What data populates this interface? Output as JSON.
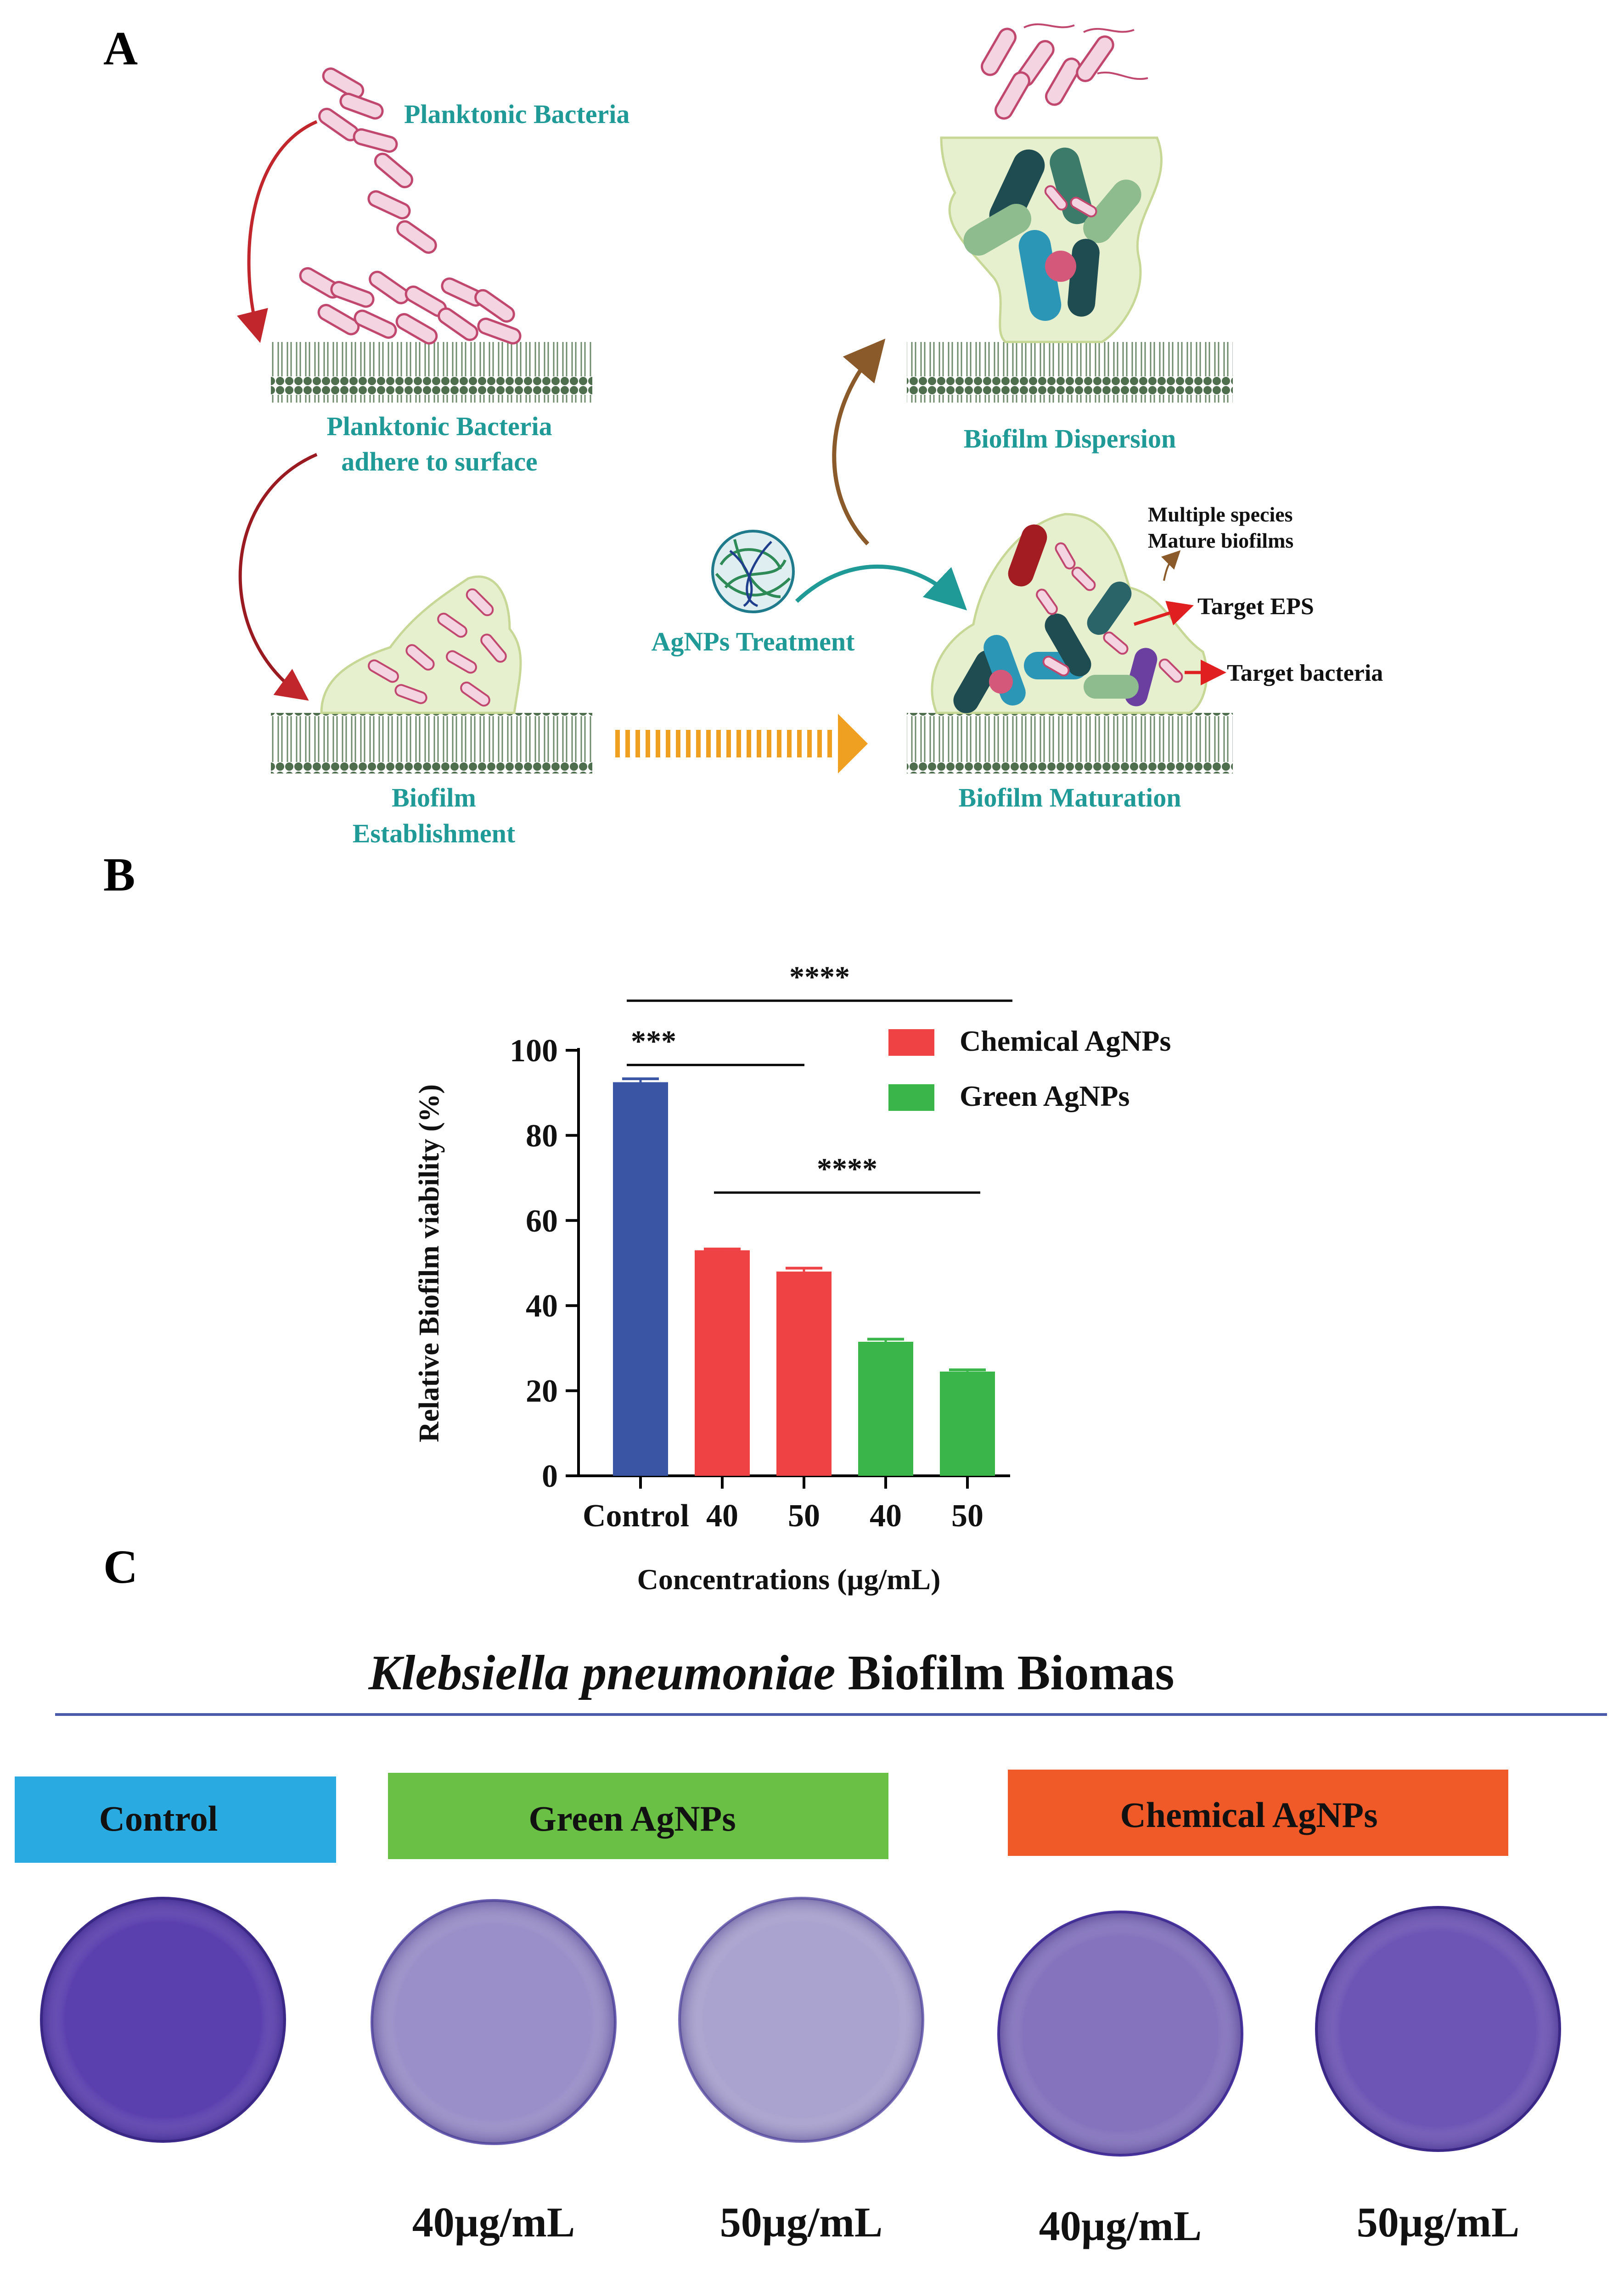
{
  "panels": {
    "a": "A",
    "b": "B",
    "c": "C"
  },
  "schematic": {
    "planktonic": "Planktonic Bacteria",
    "adhere_line1": "Planktonic Bacteria",
    "adhere_line2": "adhere to surface",
    "establish_line1": "Biofilm",
    "establish_line2": "Establishment",
    "treatment": "AgNPs Treatment",
    "maturation": "Biofilm Maturation",
    "dispersion": "Biofilm Dispersion",
    "multi_line1": "Multiple species",
    "multi_line2": "Mature biofilms",
    "target_eps": "Target EPS",
    "target_bacteria": "Target bacteria",
    "colors": {
      "label_teal": "#1f9a96",
      "arrow_red": "#c0262c",
      "arrow_brown": "#8a5a2b",
      "arrow_orange": "#f0a020",
      "membrane_green": "#4a6b4a",
      "matrix_fill": "#e6f0cf"
    }
  },
  "chart_data": {
    "type": "bar",
    "categories": [
      "Control",
      "40",
      "50",
      "40",
      "50"
    ],
    "values": [
      92.5,
      53,
      48,
      31.5,
      24.5
    ],
    "errors": [
      0.8,
      0.3,
      0.8,
      0.6,
      0.4
    ],
    "bar_colors": [
      "#3a55a4",
      "#ee4245",
      "#ee4245",
      "#3ab54a",
      "#3ab54a"
    ],
    "legend": [
      {
        "name": "Chemical AgNPs",
        "color": "#ee4245"
      },
      {
        "name": "Green AgNPs",
        "color": "#3ab54a"
      }
    ],
    "legend_position": "top-right",
    "xlabel": "Concentrations (µg/mL)",
    "ylabel": "Relative Biofilm viability (%)",
    "ylim": [
      0,
      100
    ],
    "yticks": [
      0,
      20,
      40,
      60,
      80,
      100
    ],
    "significance": [
      {
        "label": "****",
        "from": 0,
        "to": 4
      },
      {
        "label": "***",
        "from": 0,
        "to": 2
      },
      {
        "label": "****",
        "from": 1,
        "to": 4
      }
    ]
  },
  "panel_c": {
    "title_italic": "Klebsiella pneumoniae",
    "title_rest": " Biofilm Biomas",
    "groups": [
      {
        "label": "Control",
        "color": "#29abe2"
      },
      {
        "label": "Green AgNPs",
        "color": "#6abf45"
      },
      {
        "label": "Chemical AgNPs",
        "color": "#f05a28"
      }
    ],
    "wells": [
      {
        "group": "control",
        "label": ""
      },
      {
        "group": "green",
        "label": "40µg/mL"
      },
      {
        "group": "green",
        "label": "50µg/mL"
      },
      {
        "group": "chemical",
        "label": "40µg/mL"
      },
      {
        "group": "chemical",
        "label": "50µg/mL"
      }
    ],
    "well_colors": [
      "#5a3fae",
      "#9a8fc8",
      "#aaa3cf",
      "#8573bd",
      "#6d55b5"
    ]
  }
}
